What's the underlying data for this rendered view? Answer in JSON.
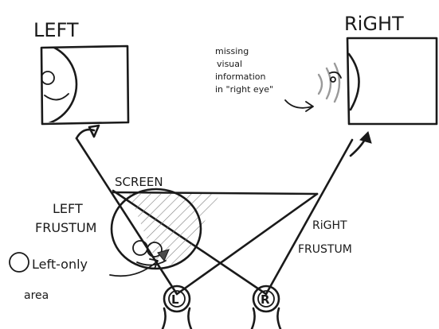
{
  "labels": {
    "left": "LEFT",
    "right": "RiGHT",
    "screen": "SCREEN",
    "left_frustum_1": "LEFT",
    "left_frustum_2": "FRUSTUM",
    "right_frustum_1": "RiGHT",
    "right_frustum_2": "FRUSTUM",
    "missing_1": "missing",
    "missing_2": "visual",
    "missing_3": "information",
    "missing_4": "in \"right eye\"",
    "legend_1": "Left-only",
    "legend_2": "area",
    "eye_left": "L",
    "eye_right": "R"
  },
  "colors": {
    "ink": "#1a1a1a",
    "hatch": "#7f7f7f",
    "missing_arcs": "#9a9a9a"
  },
  "icons": {
    "eye_left": "eye-left-icon",
    "eye_right": "eye-right-icon",
    "legend_swatch": "hatched-circle-icon"
  }
}
